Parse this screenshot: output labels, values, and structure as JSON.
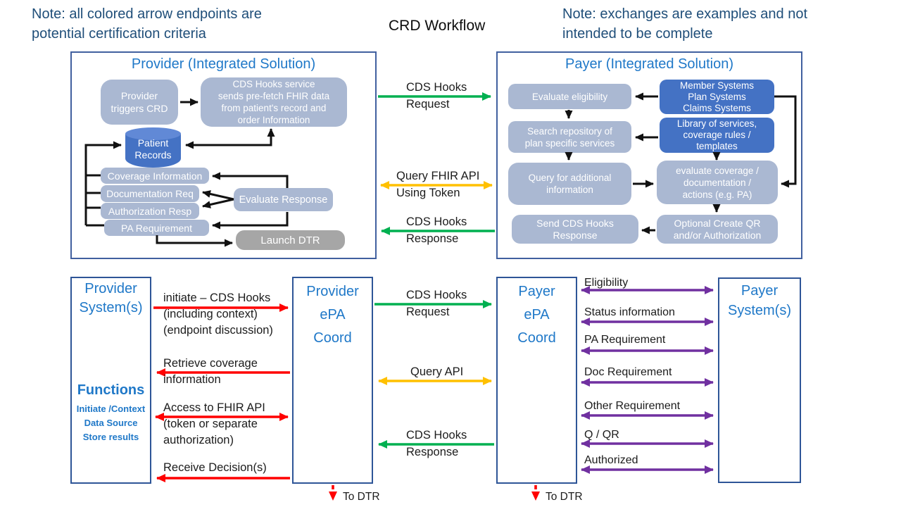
{
  "header": {
    "note_left": "Note: all colored arrow endpoints are\npotential certification criteria",
    "title": "CRD Workflow",
    "note_right": "Note: exchanges are examples and not\nintended to be complete"
  },
  "colors": {
    "accent_blue": "#4472C4",
    "light_box": "#AAB8D2",
    "gray_box": "#A6A6A6",
    "panel_border": "#41609F",
    "heading_blue": "#1F78C8",
    "note_blue": "#1F4E79",
    "arrow_black": "#111111",
    "arrow_green": "#00B050",
    "arrow_gold": "#FFC000",
    "arrow_red": "#FF0000",
    "arrow_purple": "#7030A0"
  },
  "provider_panel": {
    "title": "Provider (Integrated Solution)",
    "provider_triggers_crd": "Provider\ntriggers CRD",
    "cds_hooks_service": "CDS Hooks service\nsends pre-fetch FHIR data\nfrom patient's record and\norder Information",
    "patient_records": "Patient\nRecords",
    "coverage_information": "Coverage  Information",
    "documentation_req": "Documentation Req",
    "authorization_resp": "Authorization Resp",
    "pa_requirement": "PA Requirement",
    "evaluate_response": "Evaluate Response",
    "launch_dtr": "Launch DTR"
  },
  "payer_panel": {
    "title": "Payer (Integrated Solution)",
    "evaluate_eligibility": "Evaluate eligibility",
    "member_systems": "Member Systems\nPlan Systems\nClaims Systems",
    "search_repository": "Search repository of\nplan specific  services",
    "library_services": "Library of services,\ncoverage rules /\ntemplates",
    "query_additional": "Query for additional\ninformation",
    "evaluate_coverage": "evaluate coverage /\ndocumentation /\nactions (e.g. PA)",
    "send_cds_response": "Send CDS Hooks\nResponse",
    "optional_create_qr": "Optional Create QR\nand/or Authorization"
  },
  "top_exchanges": {
    "cds_hooks_request": "CDS Hooks\nRequest",
    "query_fhir_api": "Query FHIR API\nUsing Token",
    "cds_hooks_response": "CDS Hooks\nResponse"
  },
  "bottom_row": {
    "provider_systems": "Provider\nSystem(s)",
    "functions_title": "Functions",
    "functions_items": "Initiate /Context\nData Source\nStore results",
    "provider_epa": "Provider\nePA\nCoord",
    "payer_epa": "Payer\nePA\nCoord",
    "payer_systems": "Payer\nSystem(s)",
    "to_dtr_left": "To DTR",
    "to_dtr_right": "To DTR"
  },
  "provider_exchanges": {
    "initiate": "initiate – CDS Hooks\n(including context)\n(endpoint discussion)",
    "retrieve": "Retrieve coverage\ninformation",
    "access": "Access to FHIR API\n(token or separate\nauthorization)",
    "receive": "Receive Decision(s)"
  },
  "epa_exchanges": {
    "cds_hooks_request": "CDS Hooks\nRequest",
    "query_api": "Query API",
    "cds_hooks_response": "CDS Hooks\nResponse"
  },
  "payer_exchanges": [
    "Eligibility",
    "Status information",
    "PA Requirement",
    "Doc Requirement",
    "Other Requirement",
    "Q / QR",
    "Authorized"
  ]
}
